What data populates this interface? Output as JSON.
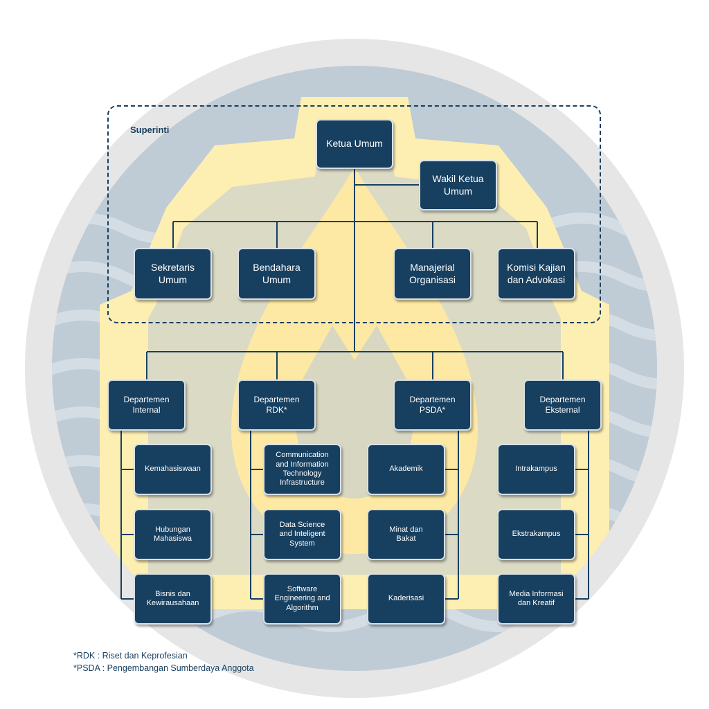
{
  "colors": {
    "node_fill": "#173f5f",
    "node_text": "#ffffff",
    "line": "#173f5f",
    "ring": "#e6e6e6",
    "disc": "#bfcbd5",
    "gear": "#fdeeb2",
    "flame": "#fde9a3"
  },
  "group_label": "Superinti",
  "superinti": {
    "ketua_umum": "Ketua Umum",
    "wakil_ketua_umum": "Wakil Ketua\nUmum",
    "sekretaris_umum": "Sekretaris\nUmum",
    "bendahara_umum": "Bendahara\nUmum",
    "manajerial_organisasi": "Manajerial\nOrganisasi",
    "komisi_kajian": "Komisi Kajian\ndan Advokasi"
  },
  "departments": [
    {
      "name": "Departemen\nInternal",
      "divisions": [
        "Kemahasiswaan",
        "Hubungan\nMahasiswa",
        "Bisnis dan\nKewirausahaan"
      ]
    },
    {
      "name": "Departemen\nRDK*",
      "divisions": [
        "Communication\nand Information\nTechnology\nInfrastructure",
        "Data Science\nand Inteligent\nSystem",
        "Software\nEngineering and\nAlgorithm"
      ]
    },
    {
      "name": "Departemen\nPSDA*",
      "divisions": [
        "Akademik",
        "Minat dan\nBakat",
        "Kaderisasi"
      ]
    },
    {
      "name": "Departemen\nEksternal",
      "divisions": [
        "Intrakampus",
        "Ekstrakampus",
        "Media Informasi\ndan Kreatif"
      ]
    }
  ],
  "footnotes": [
    "*RDK : Riset dan Keprofesian",
    "*PSDA : Pengembangan Sumberdaya Anggota"
  ]
}
